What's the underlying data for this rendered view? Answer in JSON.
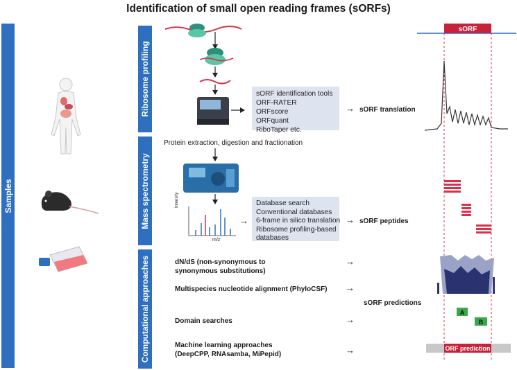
{
  "title": "Identification of small open reading frames (sORFs)",
  "samples_label": "Samples",
  "sections": {
    "ribosome": {
      "label": "Ribosome profiling",
      "tools": [
        "sORF identification tools",
        "ORF-RATER",
        "ORFscore",
        "ORFquant",
        "RiboTaper etc."
      ],
      "output": "sORF translation"
    },
    "mass_spec": {
      "label": "Mass spectrometry",
      "protein_step": "Protein extraction, digestion and fractionation",
      "databases": [
        "Database search",
        "Conventional databases",
        "6-frame in silico translation",
        "Ribosome profiling-based",
        "databases"
      ],
      "spectrum_ylabel": "Intensity",
      "spectrum_xlabel": "m/z",
      "output": "sORF peptides"
    },
    "computational": {
      "label": "Computational approaches",
      "methods": [
        "dN/dS (non-synonymous to",
        "synonymous substitutions)",
        "Multispecies nucleotide alignment (PhyloCSF)",
        "Domain searches",
        "Machine learning approaches",
        "(DeepCPP, RNAsamba, MiPepid)"
      ],
      "output": "sORF predictions"
    }
  },
  "right_panel": {
    "sorf_label": "sORF",
    "domain_a": "A",
    "domain_b": "B",
    "orf_prediction": "ORF prediction"
  },
  "colors": {
    "section_blue": "#2f6fc0",
    "tool_box": "#dde4f0",
    "sorf_red": "#c8223a",
    "domain_green": "#3aa84a",
    "navy": "#2a3370"
  }
}
